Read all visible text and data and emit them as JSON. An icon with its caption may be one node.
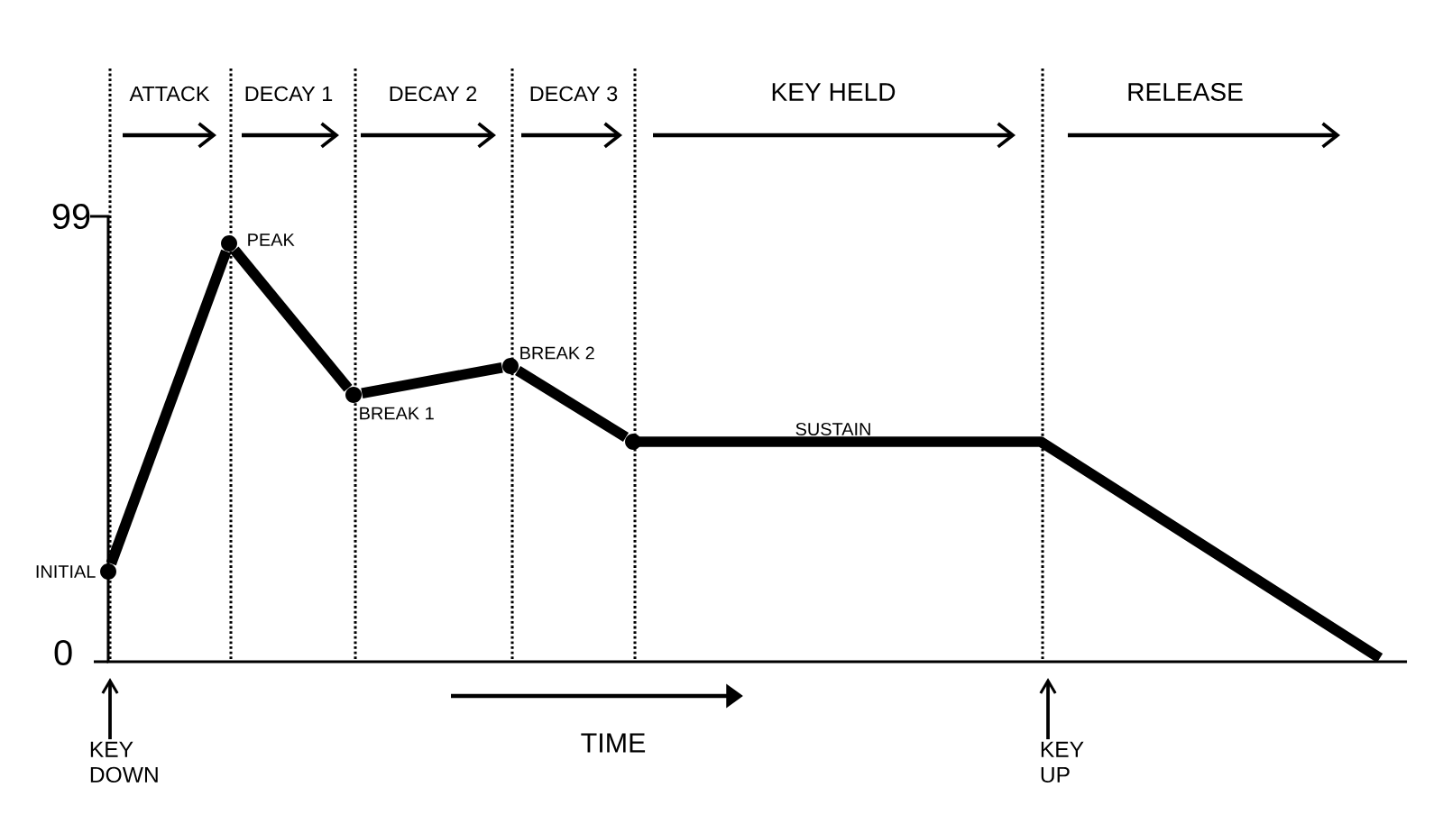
{
  "diagram": {
    "nodes": [
      {
        "text": [
          "INITIAL"
        ]
      },
      {
        "text": [
          "PEAK"
        ]
      },
      {
        "text": [
          "BREAK 1"
        ]
      },
      {
        "text": [
          "BREAK 2"
        ]
      },
      {
        "text": [],
        "shape": "circle"
      },
      {
        "text": [
          "KEY DOWN"
        ]
      },
      {
        "text": [
          "KEY UP"
        ]
      }
    ],
    "edges": [
      {
        "from": 0,
        "to": 1,
        "arrow": "none"
      },
      {
        "from": 1,
        "to": 2,
        "arrow": "none"
      },
      {
        "from": 2,
        "to": 3,
        "arrow": "none"
      },
      {
        "from": 3,
        "to": 4,
        "arrow": "none"
      },
      {
        "from": 5,
        "to": null,
        "arrow": "to"
      },
      {
        "from": 6,
        "to": null,
        "arrow": "to"
      }
    ],
    "labels": [
      "ATTACK",
      "DECAY 1",
      "DECAY 2",
      "DECAY 3",
      "KEY HELD",
      "RELEASE",
      "99",
      "SUSTAIN",
      "0",
      "TIME"
    ]
  }
}
